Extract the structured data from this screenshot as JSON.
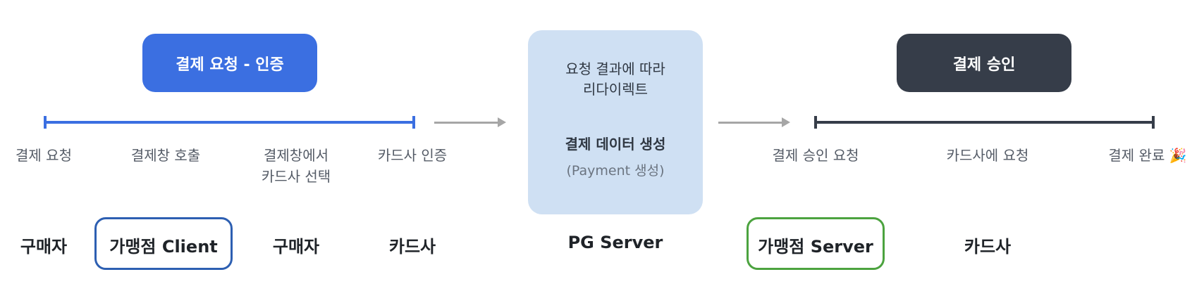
{
  "phases": {
    "auth_label": "결제 요청 - 인증",
    "approve_label": "결제 승인"
  },
  "pg_box": {
    "line1": "요청 결과에 따라",
    "line2": "리다이렉트",
    "line3": "결제 데이터 생성",
    "line4": "(Payment 생성)"
  },
  "steps": {
    "s1": "결제 요청",
    "s2": "결제창 호출",
    "s3_line1": "결제창에서",
    "s3_line2": "카드사 선택",
    "s4": "카드사 인증",
    "s5": "결제 승인 요청",
    "s6": "카드사에 요청",
    "s7": "결제 완료 🎉"
  },
  "actors": {
    "a1": "구매자",
    "a2": "가맹점 Client",
    "a3": "구매자",
    "a4": "카드사",
    "a5": "PG Server",
    "a6": "가맹점 Server",
    "a7": "카드사"
  },
  "colors": {
    "auth_blue": "#3b6fe1",
    "approve_dark": "#363d49",
    "pg_light_blue": "#cfe0f3",
    "client_ring_blue": "#2d5fb2",
    "server_ring_green": "#4ca33f",
    "arrow_gray": "#a6a6a6"
  }
}
